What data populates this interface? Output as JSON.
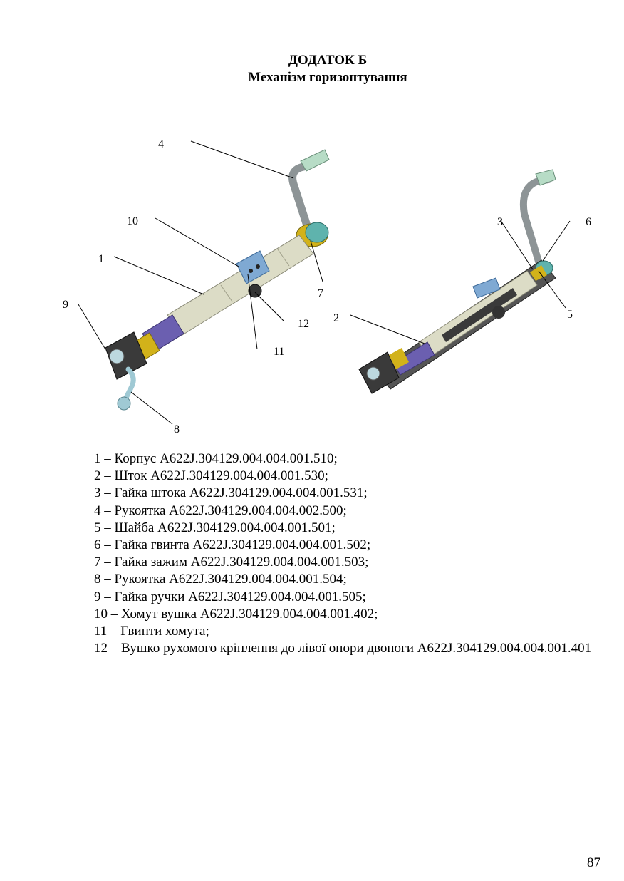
{
  "header": {
    "title": "ДОДАТОК Б",
    "subtitle": "Механізм горизонтування"
  },
  "figure": {
    "callouts": [
      "4",
      "10",
      "1",
      "9",
      "7",
      "12",
      "11",
      "8",
      "3",
      "6",
      "2",
      "5"
    ]
  },
  "parts_list": [
    "1 – Корпус А622J.304129.004.004.001.510;",
    "2 – Шток А622J.304129.004.004.001.530;",
    "3 – Гайка штока А622J.304129.004.004.001.531;",
    "4 – Рукоятка А622J.304129.004.004.002.500;",
    "5 – Шайба А622J.304129.004.004.001.501;",
    "6 – Гайка гвинта А622J.304129.004.004.001.502;",
    "7 – Гайка зажим А622J.304129.004.004.001.503;",
    "8 – Рукоятка А622J.304129.004.004.001.504;",
    "9 – Гайка ручки А622J.304129.004.004.001.505;",
    "10 – Хомут вушка А622J.304129.004.004.001.402;",
    "11 – Гвинти хомута;",
    "12 – Вушко рухомого кріплення до лівої опори двоноги А622J.304129.004.004.001.401"
  ],
  "page_number": "87"
}
